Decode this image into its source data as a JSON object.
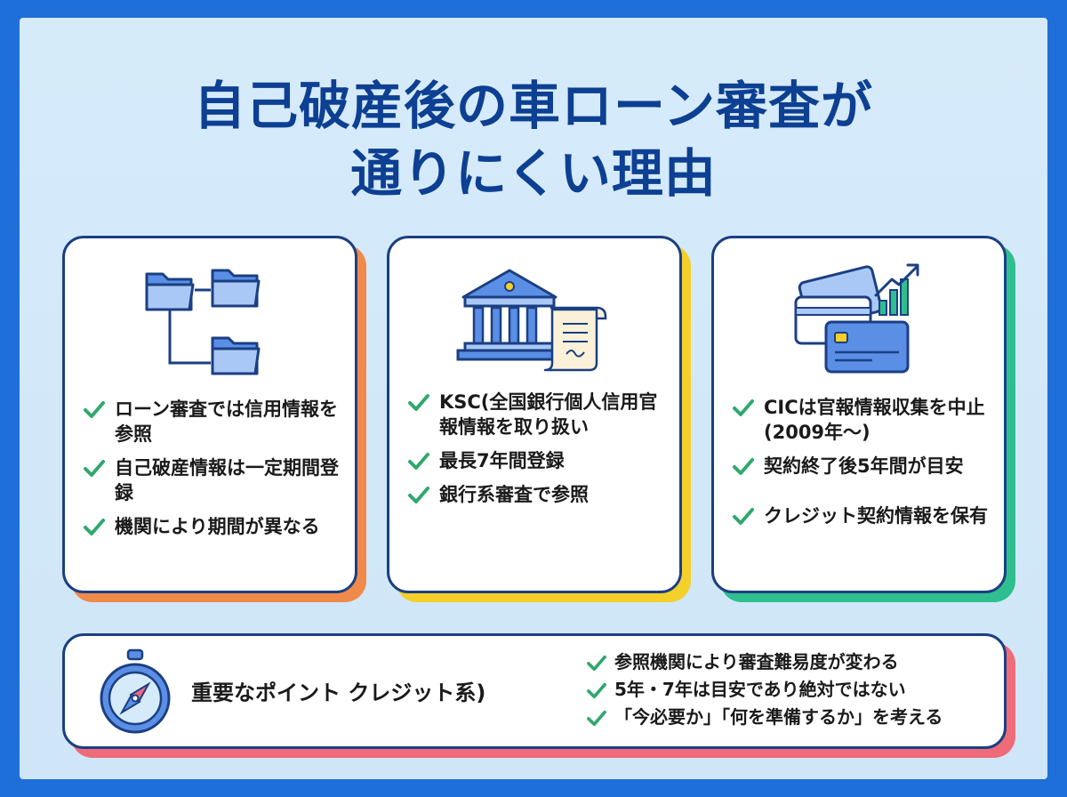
{
  "title": {
    "line1": "自己破産後の車ローン審査が",
    "line2": "通りにくい理由"
  },
  "colors": {
    "frame": "#1e6fd9",
    "title": "#0d3f92",
    "check": "#2fa86c",
    "card1_accent": "#f08a4b",
    "card2_accent": "#f5cf2a",
    "card3_accent": "#2fbf8f",
    "bottom_accent": "#ee6b7a"
  },
  "cards": [
    {
      "icon": "folder-tree-icon",
      "items": [
        "ローン審査では信用情報を参照",
        "自己破産情報は一定期間登録",
        "機関により期間が異なる"
      ]
    },
    {
      "icon": "bank-document-icon",
      "items": [
        "KSC(全国銀行個人信用官報情報を取り扱い",
        "最長7年間登録",
        "銀行系審査で参照"
      ]
    },
    {
      "icon": "credit-card-chart-icon",
      "items": [
        "CICは官報情報収集を中止(2009年〜)",
        "契約終了後5年間が目安",
        "クレジット契約情報を保有"
      ]
    }
  ],
  "bottom": {
    "icon": "compass-icon",
    "heading": "重要なポイント クレジット系)",
    "items": [
      "参照機関により審査難易度が変わる",
      "5年・7年は目安であり絶対ではない",
      "「今必要か」「何を準備するか」を考える"
    ]
  }
}
